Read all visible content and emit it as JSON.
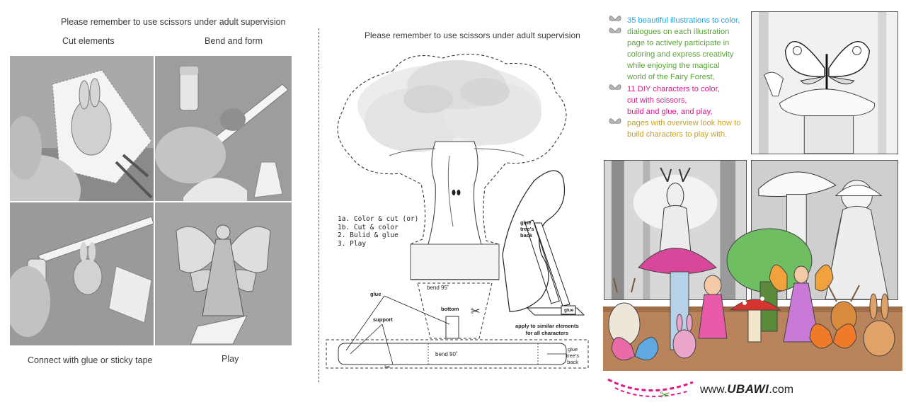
{
  "left": {
    "top_note": "Please remember to use scissors under adult supervision",
    "labels": {
      "cut": "Cut elements",
      "bend": "Bend and form",
      "connect": "Connect with glue or sticky tape",
      "play": "Play"
    }
  },
  "middle": {
    "top_note": "Please remember to use scissors under adult supervision",
    "steps": [
      "1a. Color & cut (or)",
      "1b. Cut & color",
      "2. Bulid & glue",
      "3. Play"
    ],
    "labels": {
      "bend95": "bend 95˚",
      "bottom": "bottom",
      "glue": "glue",
      "support": "support",
      "bend90": "bend 90˚",
      "glue_back": [
        "glue",
        "tree's",
        "back"
      ],
      "glue_back_right": [
        "glue",
        "tree's",
        "back"
      ],
      "glue_small": "glue",
      "apply": [
        "apply to similar elements",
        "for all characters"
      ]
    }
  },
  "right": {
    "features": [
      {
        "lines": [
          {
            "text": "35 beautiful illustrations to color,",
            "color": "#1da6d8"
          },
          {
            "text": "dialogues on each illustration",
            "color": "#5aa53a"
          },
          {
            "text": "page to actively participate in",
            "color": "#5aa53a"
          },
          {
            "text": "coloring and express creativity",
            "color": "#5aa53a"
          },
          {
            "text": "while enjoying the magical",
            "color": "#5aa53a"
          },
          {
            "text": "world of the Fairy Forest,",
            "color": "#5aa53a"
          }
        ]
      },
      {
        "lines": [
          {
            "text": "11 DIY characters to color,",
            "color": "#e0168b"
          },
          {
            "text": "cut with scissors,",
            "color": "#e0168b"
          },
          {
            "text": "build and glue, and play,",
            "color": "#e0168b"
          }
        ]
      },
      {
        "lines": [
          {
            "text": "pages with overview look how to",
            "color": "#c9a21c"
          },
          {
            "text": "build characters to play with.",
            "color": "#c9a21c"
          }
        ]
      }
    ],
    "footer": {
      "prefix": "www.",
      "brand": "UBAWI",
      "suffix": ".com"
    },
    "colors": {
      "cyan": "#1da6d8",
      "green": "#5aa53a",
      "magenta": "#e0168b",
      "gold": "#c9a21c"
    }
  }
}
